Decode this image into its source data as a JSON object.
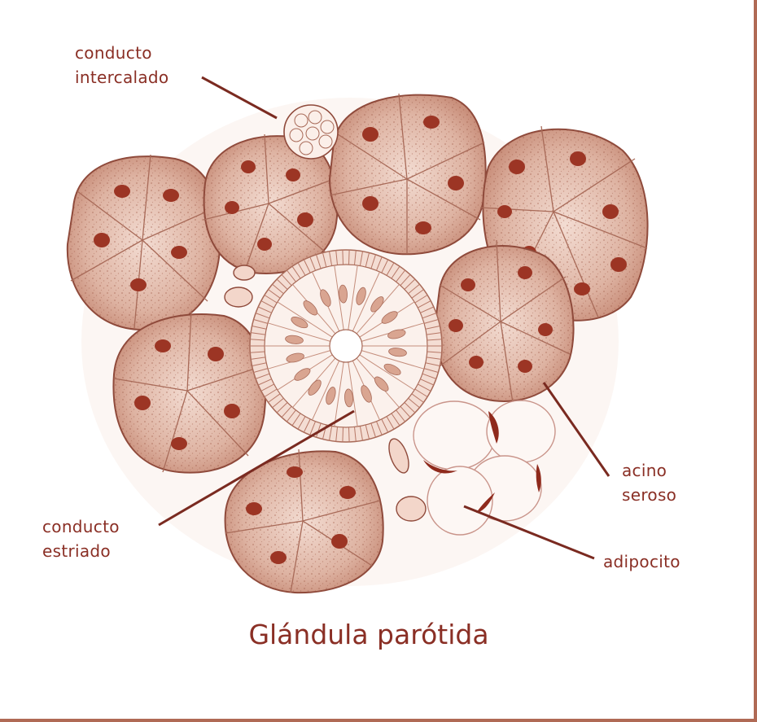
{
  "title": "Glándula parótida",
  "labels": {
    "conducto_intercalado": [
      "conducto",
      "intercalado"
    ],
    "conducto_estriado": [
      "conducto",
      "estriado"
    ],
    "acino_seroso": [
      "acino",
      "seroso"
    ],
    "adipocito": "adipocito"
  },
  "colors": {
    "ink": "#8a2f25",
    "acinus_fill": "#d9aa98",
    "acinus_stroke": "#8f4a3b",
    "nucleus": "#9c3524",
    "duct_fill": "#fbf1ec",
    "border": "#b06a55"
  }
}
